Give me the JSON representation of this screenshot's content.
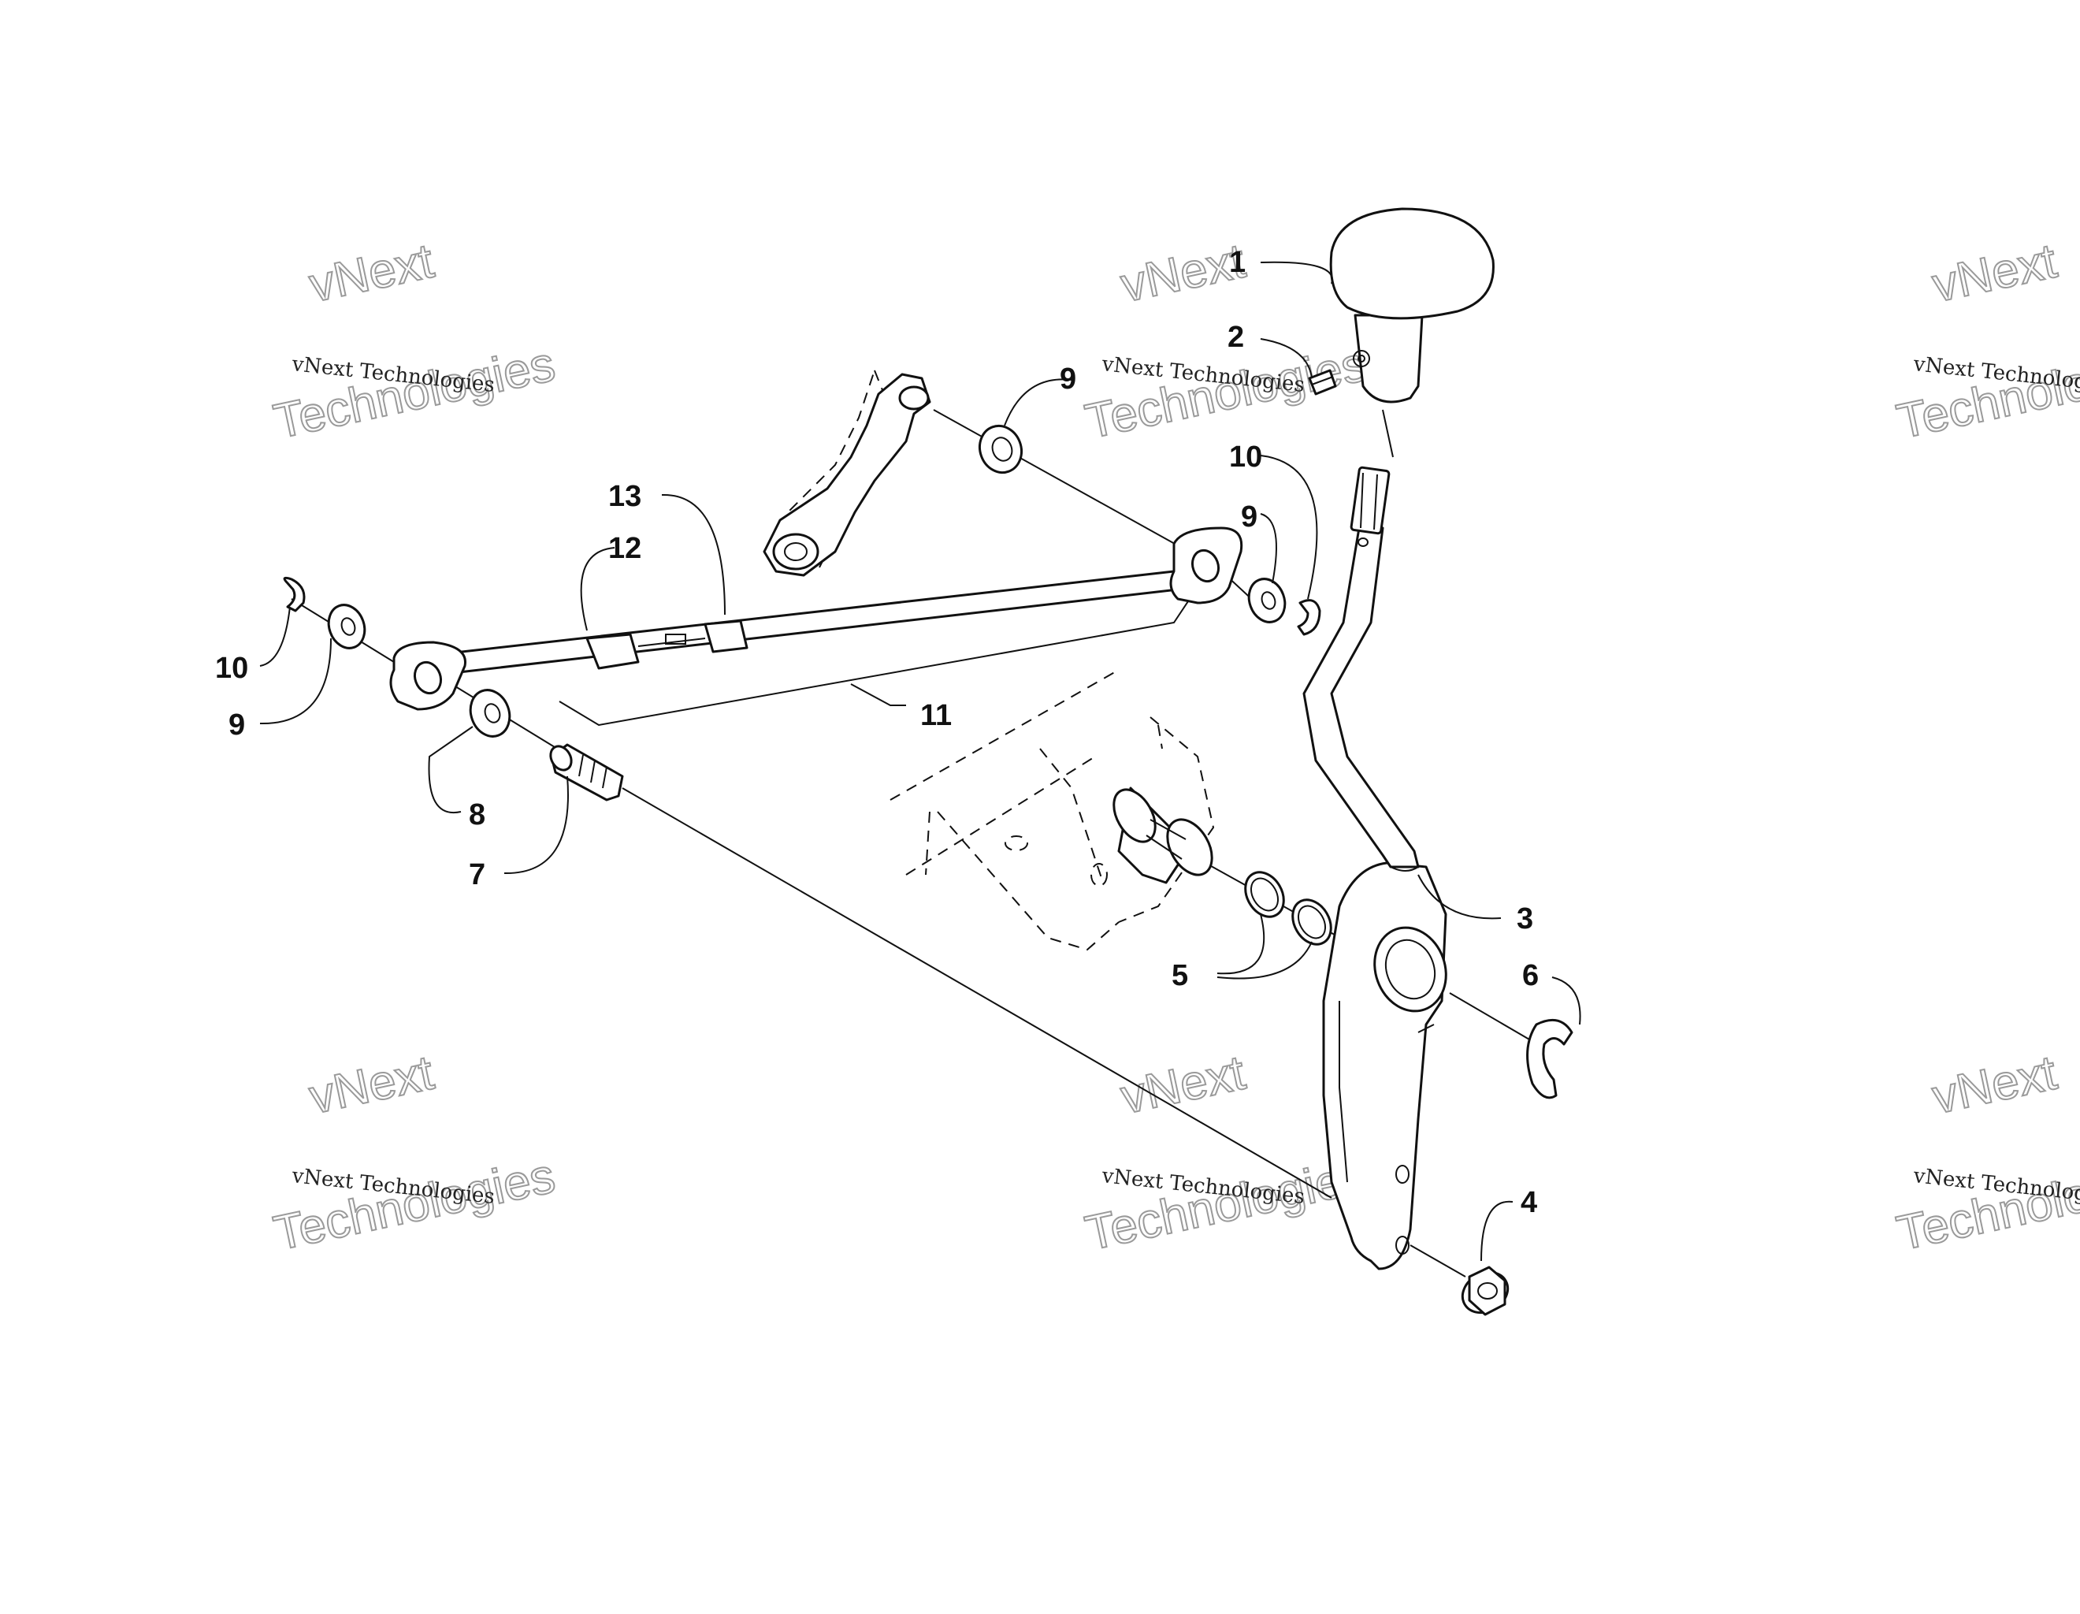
{
  "callouts": [
    {
      "id": "c1",
      "label": "1"
    },
    {
      "id": "c2",
      "label": "2"
    },
    {
      "id": "c3",
      "label": "3"
    },
    {
      "id": "c4",
      "label": "4"
    },
    {
      "id": "c5",
      "label": "5"
    },
    {
      "id": "c6",
      "label": "6"
    },
    {
      "id": "c7",
      "label": "7"
    },
    {
      "id": "c8",
      "label": "8"
    },
    {
      "id": "c9a",
      "label": "9"
    },
    {
      "id": "c9b",
      "label": "9"
    },
    {
      "id": "c9c",
      "label": "9"
    },
    {
      "id": "c10a",
      "label": "10"
    },
    {
      "id": "c10b",
      "label": "10"
    },
    {
      "id": "c11",
      "label": "11"
    },
    {
      "id": "c12",
      "label": "12"
    },
    {
      "id": "c13",
      "label": "13"
    }
  ],
  "watermark": {
    "line_small": "vNext Technologies",
    "line_big_top": "vNext",
    "line_big_bottom": "Technologies"
  }
}
